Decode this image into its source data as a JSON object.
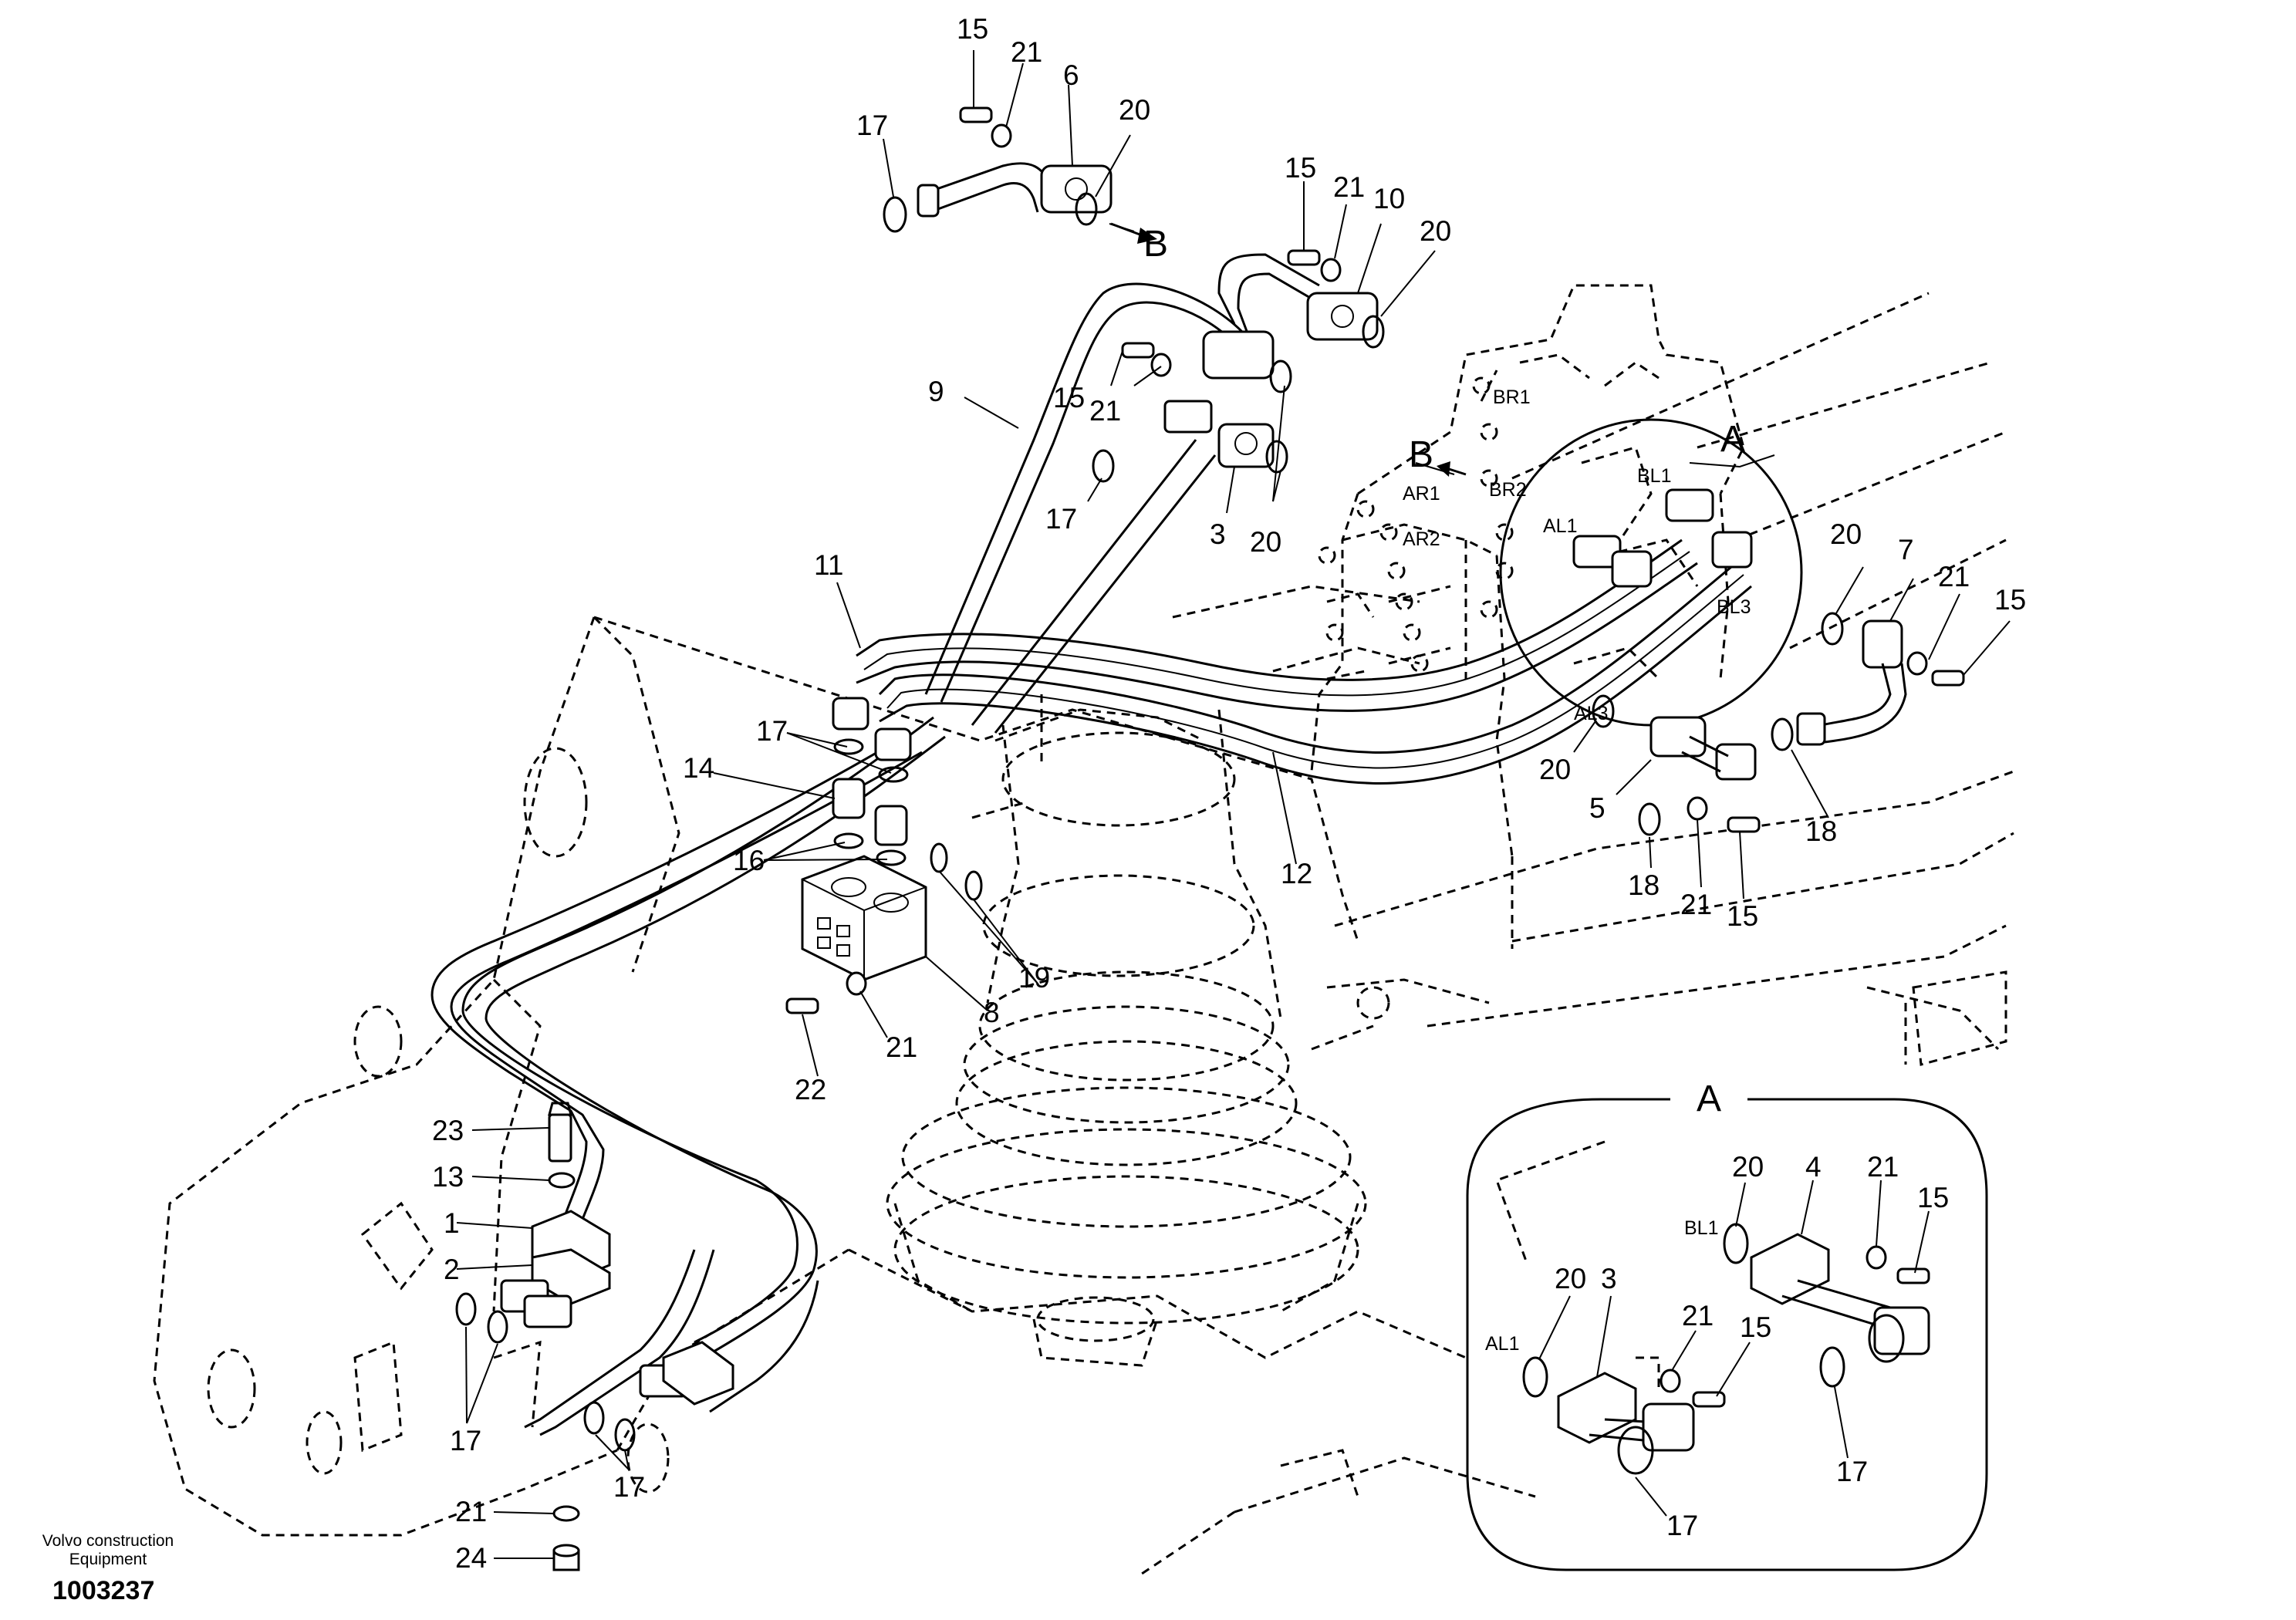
{
  "labels": {
    "l15a": "15",
    "l21a": "21",
    "l6": "6",
    "l17a": "17",
    "l20a": "20",
    "lB1": "B",
    "l15b": "15",
    "l21b": "21",
    "l10": "10",
    "l20b": "20",
    "l15c": "15",
    "l21c": "21",
    "l9": "9",
    "l17b": "17",
    "l3": "3",
    "l20c": "20",
    "lB2": "B",
    "lA": "A",
    "l11": "11",
    "l17c": "17",
    "l14": "14",
    "l16": "16",
    "l19": "19",
    "l8": "8",
    "l21d": "21",
    "l22": "22",
    "l12": "12",
    "l20d": "20",
    "l7": "7",
    "l21e": "21",
    "l15d": "15",
    "l20e": "20",
    "l5": "5",
    "l18a": "18",
    "l18b": "18",
    "l21f": "21",
    "l15e": "15",
    "l23": "23",
    "l13": "13",
    "l1": "1",
    "l2": "2",
    "l17d": "17",
    "l17e": "17",
    "l21g": "21",
    "l24": "24"
  },
  "ports": {
    "br1": "BR1",
    "br2": "BR2",
    "ar1": "AR1",
    "ar2": "AR2",
    "bl1": "BL1",
    "al1": "AL1",
    "bl3": "BL3",
    "al3": "AL3"
  },
  "detail": {
    "title": "A",
    "l20a": "20",
    "lbl1": "BL1",
    "l4": "4",
    "l21a": "21",
    "l15a": "15",
    "l20b": "20",
    "lal1": "AL1",
    "l3": "3",
    "l21b": "21",
    "l15b": "15",
    "l17a": "17",
    "l17b": "17"
  },
  "footer": {
    "company_line1": "Volvo construction",
    "company_line2": "Equipment",
    "doc_number": "1003237"
  }
}
